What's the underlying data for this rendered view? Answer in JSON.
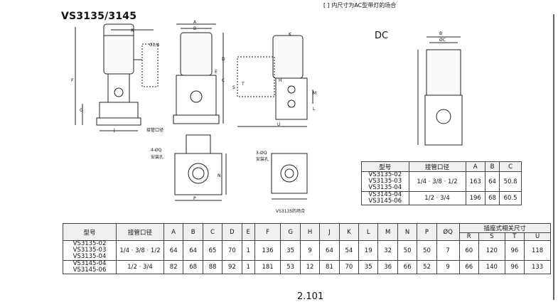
{
  "header": {
    "title": "VS3135/3145",
    "note": "[  ] 内尺寸为AC型带灯的场合",
    "dc_label": "DC",
    "page_number": "2.101"
  },
  "drawing_labels": {
    "port_label": "接管口径",
    "mount_hole_label_1": "4-ØQ",
    "mount_hole_sub_1": "安装孔",
    "mount_hole_label_2": "3-ØQ",
    "mount_hole_sub_2": "安装孔",
    "vs3135_caption": "VS3135的场合",
    "dims": {
      "R": "R",
      "G1_4": "G1/4",
      "F": "F",
      "G": "G",
      "J": "J",
      "A": "A",
      "E": "E",
      "D": "D",
      "C": "C",
      "K": "K",
      "S": "S",
      "T": "T",
      "U": "U",
      "H": "H",
      "M": "M",
      "L": "L",
      "B": "B",
      "N": "N",
      "P": "P",
      "BC": "ØC"
    }
  },
  "dc_table": {
    "headers": [
      "型号",
      "接管口径",
      "A",
      "B",
      "C"
    ],
    "rows": [
      {
        "models": [
          "VS3135-02",
          "VS3135-03",
          "VS3135-04"
        ],
        "port": "1/4 · 3/8 · 1/2",
        "A": "163",
        "B": "64",
        "C": "50.8"
      },
      {
        "models": [
          "VS3145-04",
          "VS3145-06"
        ],
        "port": "1/2 · 3/4",
        "A": "196",
        "B": "68",
        "C": "60.5"
      }
    ]
  },
  "main_table": {
    "headers": [
      "型号",
      "接管口径",
      "A",
      "B",
      "C",
      "D",
      "E",
      "F",
      "G",
      "H",
      "J",
      "K",
      "L",
      "M",
      "N",
      "P",
      "ØQ"
    ],
    "group_header": "插座式相关尺寸",
    "sub_headers": [
      "R",
      "S",
      "T",
      "U"
    ],
    "rows": [
      {
        "models": [
          "VS3135-02",
          "VS3135-03",
          "VS3135-04"
        ],
        "port": "1/4 · 3/8 · 1/2",
        "values": [
          "64",
          "64",
          "65",
          "70",
          "1",
          "136",
          "35",
          "9",
          "64",
          "54",
          "19",
          "32",
          "50",
          "50",
          "7",
          "60",
          "120",
          "96",
          "118"
        ]
      },
      {
        "models": [
          "VS3145-04",
          "VS3145-06"
        ],
        "port": "1/2 · 3/4",
        "values": [
          "82",
          "68",
          "88",
          "92",
          "1",
          "181",
          "53",
          "12",
          "81",
          "70",
          "35",
          "36",
          "66",
          "52",
          "9",
          "66",
          "140",
          "96",
          "133"
        ]
      }
    ]
  }
}
